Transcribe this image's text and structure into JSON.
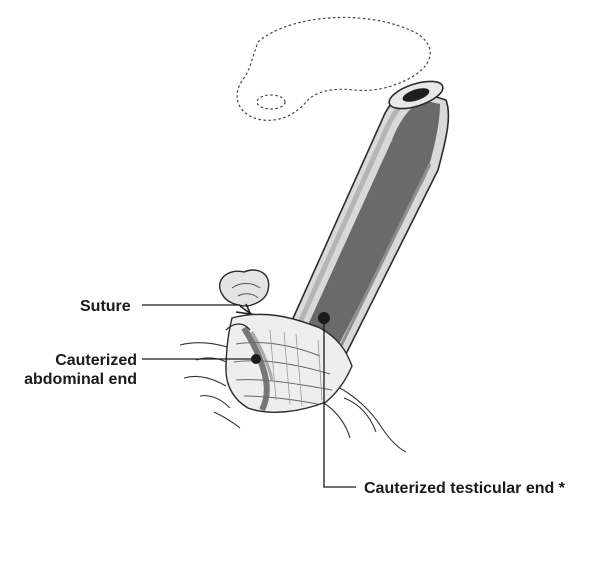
{
  "labels": {
    "suture": "Suture",
    "abdominal_end_line1": "Cauterized",
    "abdominal_end_line2": "abdominal end",
    "testicular_end": "Cauterized testicular end *"
  },
  "colors": {
    "outline": "#2b2b2b",
    "tube_light": "#dcdcdc",
    "tube_dark": "#6e6e6e",
    "tube_mid": "#a8a8a8",
    "background": "#ffffff"
  }
}
